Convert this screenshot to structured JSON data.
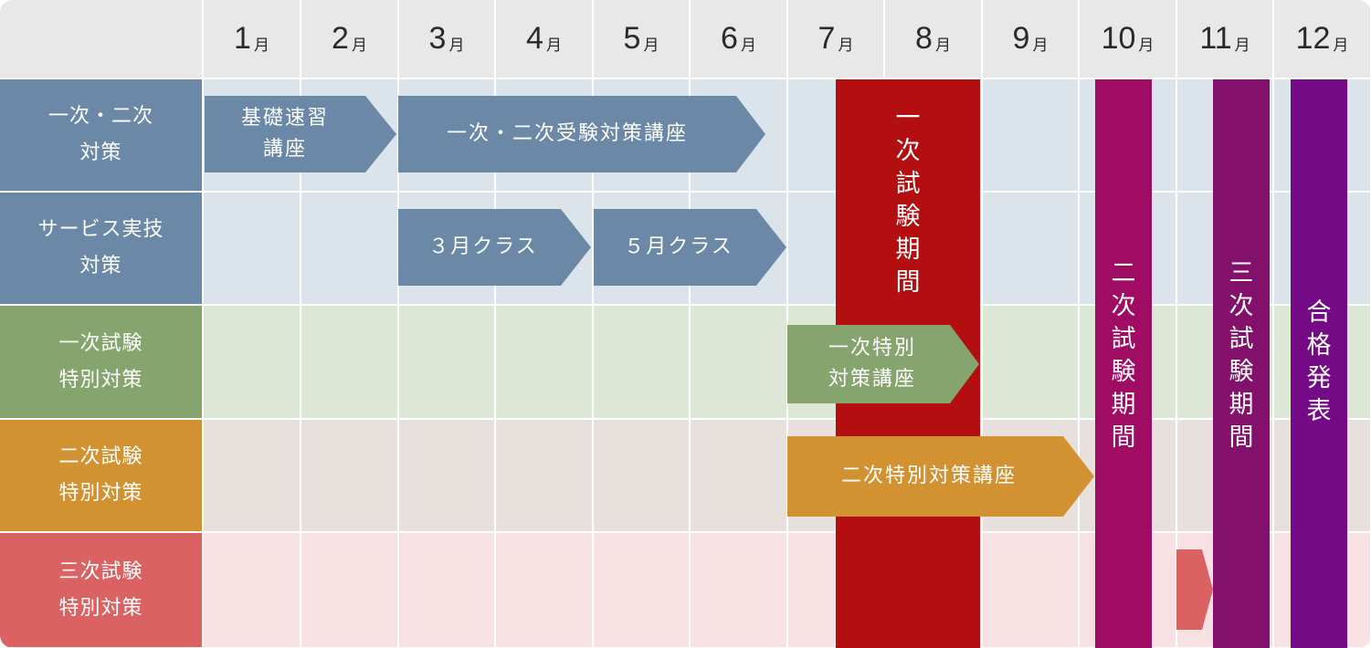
{
  "colors": {
    "header_bg": "#e8e8e8",
    "row1_label": "#6b89a6",
    "row1_cell": "#dce4eb",
    "row2_label": "#6b89a6",
    "row2_cell": "#dce4eb",
    "row3_label": "#86a46e",
    "row3_cell": "#dde7d6",
    "row4_label": "#d29232",
    "row4_cell": "#e8e0dd",
    "row5_label": "#db6262",
    "row5_cell": "#f8e1e3",
    "bar_blue": "#6b89a6",
    "bar_green": "#86a46e",
    "bar_orange": "#d29232",
    "bar_red": "#db6262",
    "exam1": "#b30e10",
    "exam2": "#a00b63",
    "exam3": "#83106a",
    "result": "#740a85"
  },
  "months": [
    {
      "num": "1",
      "unit": "月"
    },
    {
      "num": "2",
      "unit": "月"
    },
    {
      "num": "3",
      "unit": "月"
    },
    {
      "num": "4",
      "unit": "月"
    },
    {
      "num": "5",
      "unit": "月"
    },
    {
      "num": "6",
      "unit": "月"
    },
    {
      "num": "7",
      "unit": "月"
    },
    {
      "num": "8",
      "unit": "月"
    },
    {
      "num": "9",
      "unit": "月"
    },
    {
      "num": "10",
      "unit": "月"
    },
    {
      "num": "11",
      "unit": "月"
    },
    {
      "num": "12",
      "unit": "月"
    }
  ],
  "rows": [
    {
      "label": "一次・二次\n対策"
    },
    {
      "label": "サービス実技\n対策"
    },
    {
      "label": "一次試験\n特別対策"
    },
    {
      "label": "二次試験\n特別対策"
    },
    {
      "label": "三次試験\n特別対策"
    }
  ],
  "courses": {
    "basic": "基礎速習\n講座",
    "first_second": "一次・二次受験対策講座",
    "march_class": "３月クラス",
    "may_class": "５月クラス",
    "first_special": "一次特別\n対策講座",
    "second_special": "二次特別対策講座"
  },
  "periods": {
    "exam1": "一次試験期間",
    "exam2": "二次試験期間",
    "exam3": "三次試験期間",
    "result": "合格発表"
  }
}
